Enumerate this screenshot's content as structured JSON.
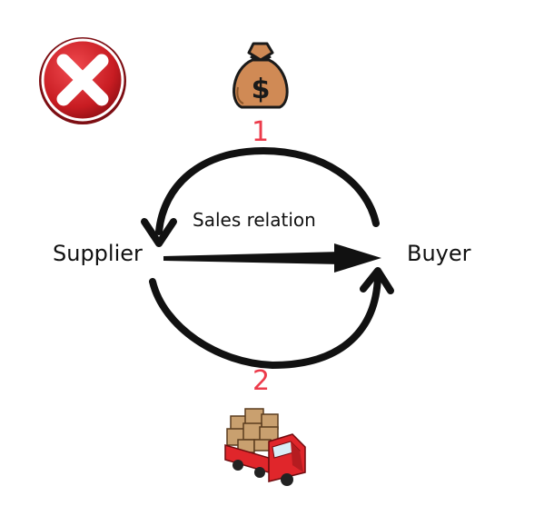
{
  "diagram": {
    "status_icon": "red-cross-icon",
    "top_icon": "money-bag-icon",
    "top_icon_symbol": "$",
    "bottom_icon": "delivery-truck-icon",
    "supplier_label": "Supplier",
    "buyer_label": "Buyer",
    "relation_label": "Sales relation",
    "step_1": "1",
    "step_2": "2",
    "colors": {
      "cross": "#d92127",
      "number": "#ec3b4b",
      "bag": "#d08a55",
      "truck": "#e0262b",
      "box": "#c9a06f"
    }
  }
}
